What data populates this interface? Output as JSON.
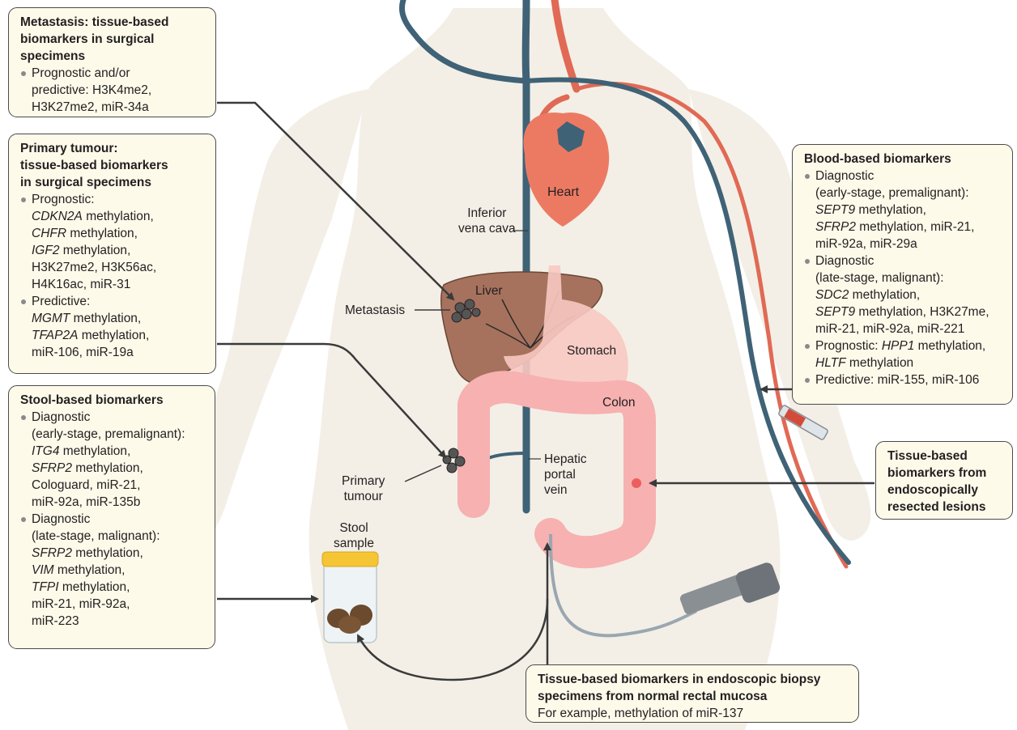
{
  "boxes": {
    "metastasis": {
      "title": "Metastasis: tissue-based biomarkers in surgical specimens",
      "title_lines": [
        "Metastasis: tissue-based",
        "biomarkers in surgical",
        "specimens"
      ],
      "items": [
        {
          "text": "Prognostic and/or predictive: H3K4me2, H3K27me2, miR-34a",
          "lines": [
            [
              {
                "t": "Prognostic and/or"
              }
            ],
            [
              {
                "t": "predictive: H3K4me2,"
              }
            ],
            [
              {
                "t": "H3K27me2, miR-34a"
              }
            ]
          ]
        }
      ]
    },
    "primary": {
      "title": "Primary tumour: tissue-based biomarkers in surgical specimens",
      "title_lines": [
        "Primary tumour:",
        "tissue-based biomarkers",
        "in surgical specimens"
      ],
      "items": [
        {
          "text": "Prognostic: CDKN2A methylation, CHFR methylation, IGF2 methylation, H3K27me2, H3K56ac, H4K16ac, miR-31",
          "lines": [
            [
              {
                "t": "Prognostic:"
              }
            ],
            [
              {
                "t": "CDKN2A",
                "i": true
              },
              {
                "t": " methylation,"
              }
            ],
            [
              {
                "t": "CHFR",
                "i": true
              },
              {
                "t": " methylation,"
              }
            ],
            [
              {
                "t": "IGF2",
                "i": true
              },
              {
                "t": " methylation,"
              }
            ],
            [
              {
                "t": "H3K27me2, H3K56ac,"
              }
            ],
            [
              {
                "t": "H4K16ac, miR-31"
              }
            ]
          ]
        },
        {
          "text": "Predictive: MGMT methylation, TFAP2A methylation, miR-106, miR-19a",
          "lines": [
            [
              {
                "t": "Predictive:"
              }
            ],
            [
              {
                "t": "MGMT",
                "i": true
              },
              {
                "t": " methylation,"
              }
            ],
            [
              {
                "t": "TFAP2A",
                "i": true
              },
              {
                "t": " methylation,"
              }
            ],
            [
              {
                "t": "miR-106, miR-19a"
              }
            ]
          ]
        }
      ]
    },
    "stool": {
      "title": "Stool-based biomarkers",
      "title_lines": [
        "Stool-based biomarkers"
      ],
      "items": [
        {
          "text": "Diagnostic (early-stage, premalignant): ITG4 methylation, SFRP2 methylation, Cologuard, miR-21, miR-92a, miR-135b",
          "lines": [
            [
              {
                "t": "Diagnostic"
              }
            ],
            [
              {
                "t": "(early-stage, premalignant):"
              }
            ],
            [
              {
                "t": "ITG4",
                "i": true
              },
              {
                "t": " methylation,"
              }
            ],
            [
              {
                "t": "SFRP2",
                "i": true
              },
              {
                "t": " methylation,"
              }
            ],
            [
              {
                "t": "Cologuard, miR-21,"
              }
            ],
            [
              {
                "t": "miR-92a, miR-135b"
              }
            ]
          ]
        },
        {
          "text": "Diagnostic (late-stage, malignant): SFRP2 methylation, VIM methylation, TFPI methylation, miR-21, miR-92a, miR-223",
          "lines": [
            [
              {
                "t": "Diagnostic"
              }
            ],
            [
              {
                "t": "(late-stage, malignant):"
              }
            ],
            [
              {
                "t": "SFRP2",
                "i": true
              },
              {
                "t": " methylation,"
              }
            ],
            [
              {
                "t": "VIM",
                "i": true
              },
              {
                "t": " methylation,"
              }
            ],
            [
              {
                "t": "TFPI",
                "i": true
              },
              {
                "t": " methylation,"
              }
            ],
            [
              {
                "t": "miR-21, miR-92a,"
              }
            ],
            [
              {
                "t": "miR-223"
              }
            ]
          ]
        }
      ]
    },
    "blood": {
      "title": "Blood-based biomarkers",
      "title_lines": [
        "Blood-based biomarkers"
      ],
      "items": [
        {
          "text": "Diagnostic (early-stage, premalignant): SEPT9 methylation, SFRP2 methylation, miR-21, miR-92a, miR-29a",
          "lines": [
            [
              {
                "t": "Diagnostic"
              }
            ],
            [
              {
                "t": "(early-stage, premalignant):"
              }
            ],
            [
              {
                "t": "SEPT9",
                "i": true
              },
              {
                "t": " methylation,"
              }
            ],
            [
              {
                "t": "SFRP2",
                "i": true
              },
              {
                "t": " methylation, miR-21,"
              }
            ],
            [
              {
                "t": "miR-92a, miR-29a"
              }
            ]
          ]
        },
        {
          "text": "Diagnostic (late-stage, malignant): SDC2 methylation, SEPT9 methylation, H3K27me, miR-21, miR-92a, miR-221",
          "lines": [
            [
              {
                "t": "Diagnostic"
              }
            ],
            [
              {
                "t": "(late-stage, malignant):"
              }
            ],
            [
              {
                "t": "SDC2",
                "i": true
              },
              {
                "t": " methylation,"
              }
            ],
            [
              {
                "t": "SEPT9",
                "i": true
              },
              {
                "t": " methylation, H3K27me,"
              }
            ],
            [
              {
                "t": "miR-21, miR-92a, miR-221"
              }
            ]
          ]
        },
        {
          "text": "Prognostic: HPP1 methylation, HLTF methylation",
          "lines": [
            [
              {
                "t": "Prognostic: "
              },
              {
                "t": "HPP1",
                "i": true
              },
              {
                "t": " methylation,"
              }
            ],
            [
              {
                "t": "HLTF",
                "i": true
              },
              {
                "t": " methylation"
              }
            ]
          ]
        },
        {
          "text": "Predictive: miR-155, miR-106",
          "lines": [
            [
              {
                "t": "Predictive: miR-155, miR-106"
              }
            ]
          ]
        }
      ]
    },
    "endoscopic_lesions": {
      "title": "Tissue-based biomarkers from endoscopically resected lesions",
      "title_lines": [
        "Tissue-based",
        "biomarkers from",
        "endoscopically",
        "resected lesions"
      ],
      "items": []
    },
    "rectal": {
      "title": "Tissue-based biomarkers in endoscopic biopsy specimens from normal rectal mucosa",
      "title_lines": [
        "Tissue-based biomarkers in endoscopic biopsy",
        "specimens from normal rectal mucosa"
      ],
      "note": "For example, methylation of miR-137",
      "items": []
    }
  },
  "labels": {
    "heart": "Heart",
    "inferior_vena_cava": [
      "Inferior",
      "vena cava"
    ],
    "liver": "Liver",
    "metastasis": "Metastasis",
    "stomach": "Stomach",
    "colon": "Colon",
    "primary_tumour": [
      "Primary",
      "tumour"
    ],
    "hepatic_portal_vein": [
      "Hepatic",
      "portal",
      "vein"
    ],
    "stool_sample": [
      "Stool",
      "sample"
    ]
  },
  "colors": {
    "box_fill": "#fdfaea",
    "box_border": "#4a4a4a",
    "body": "#f3efe6",
    "vein": "#3f6276",
    "artery": "#e06a55",
    "heart": "#ec7a63",
    "liver": "#a6725e",
    "colon": "#f6b1b0",
    "stomach": "#f8c9c2",
    "arrow": "#3a3a3a"
  }
}
